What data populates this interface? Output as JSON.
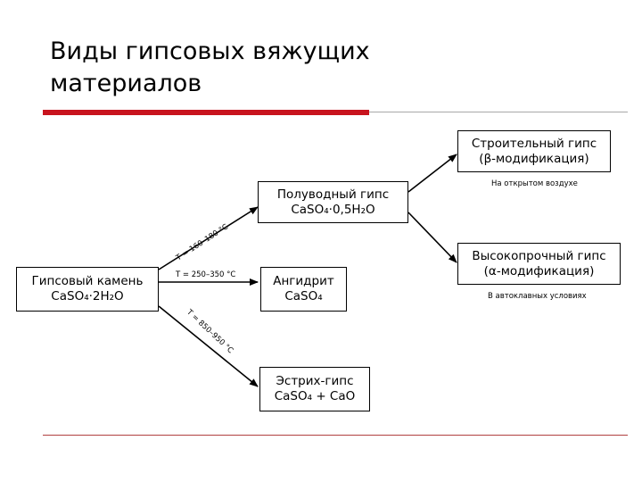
{
  "title": {
    "line1": "Виды гипсовых вяжущих",
    "line2": "материалов"
  },
  "nodes": {
    "gypsum_stone": {
      "name": "Гипсовый камень",
      "formula": "CaSO₄·2H₂O"
    },
    "hemihydrate": {
      "name": "Полуводный гипс",
      "formula": "CaSO₄·0,5H₂O"
    },
    "anhydrite": {
      "name": "Ангидрит",
      "formula": "CaSO₄"
    },
    "estrich": {
      "name": "Эстрих-гипс",
      "formula": "CaSO₄ + CaO"
    },
    "building": {
      "name": "Строительный гипс",
      "modification": "(β-модификация)"
    },
    "high_strength": {
      "name": "Высокопрочный гипс",
      "modification": "(α-модификация)"
    }
  },
  "conditions": {
    "to_hemihydrate": "Т = 160–180 °С",
    "to_anhydrite": "Т = 250–350 °С",
    "to_estrich": "Т = 850–950 °С"
  },
  "notes": {
    "open_air": "На открытом воздухе",
    "autoclave": "В автоклавных условиях"
  }
}
